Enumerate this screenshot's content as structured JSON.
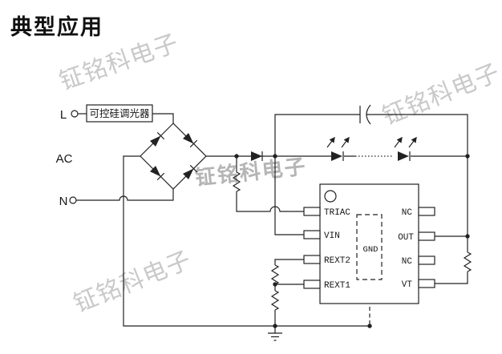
{
  "title": "典型应用",
  "watermark": {
    "text": "钲铭科电子"
  },
  "terminals": {
    "live": "L",
    "ac": "AC",
    "neutral": "N"
  },
  "dimmer_label": "可控硅调光器",
  "ic": {
    "left_pins": [
      "TRIAC",
      "VIN",
      "REXT2",
      "REXT1"
    ],
    "right_pins": [
      "NC",
      "OUT",
      "NC",
      "VT"
    ],
    "ground_pad": "GND"
  },
  "colors": {
    "line": "#222222",
    "watermark": "#c9c9c9",
    "watermark_center": "#b5b5b5",
    "background": "#ffffff"
  }
}
